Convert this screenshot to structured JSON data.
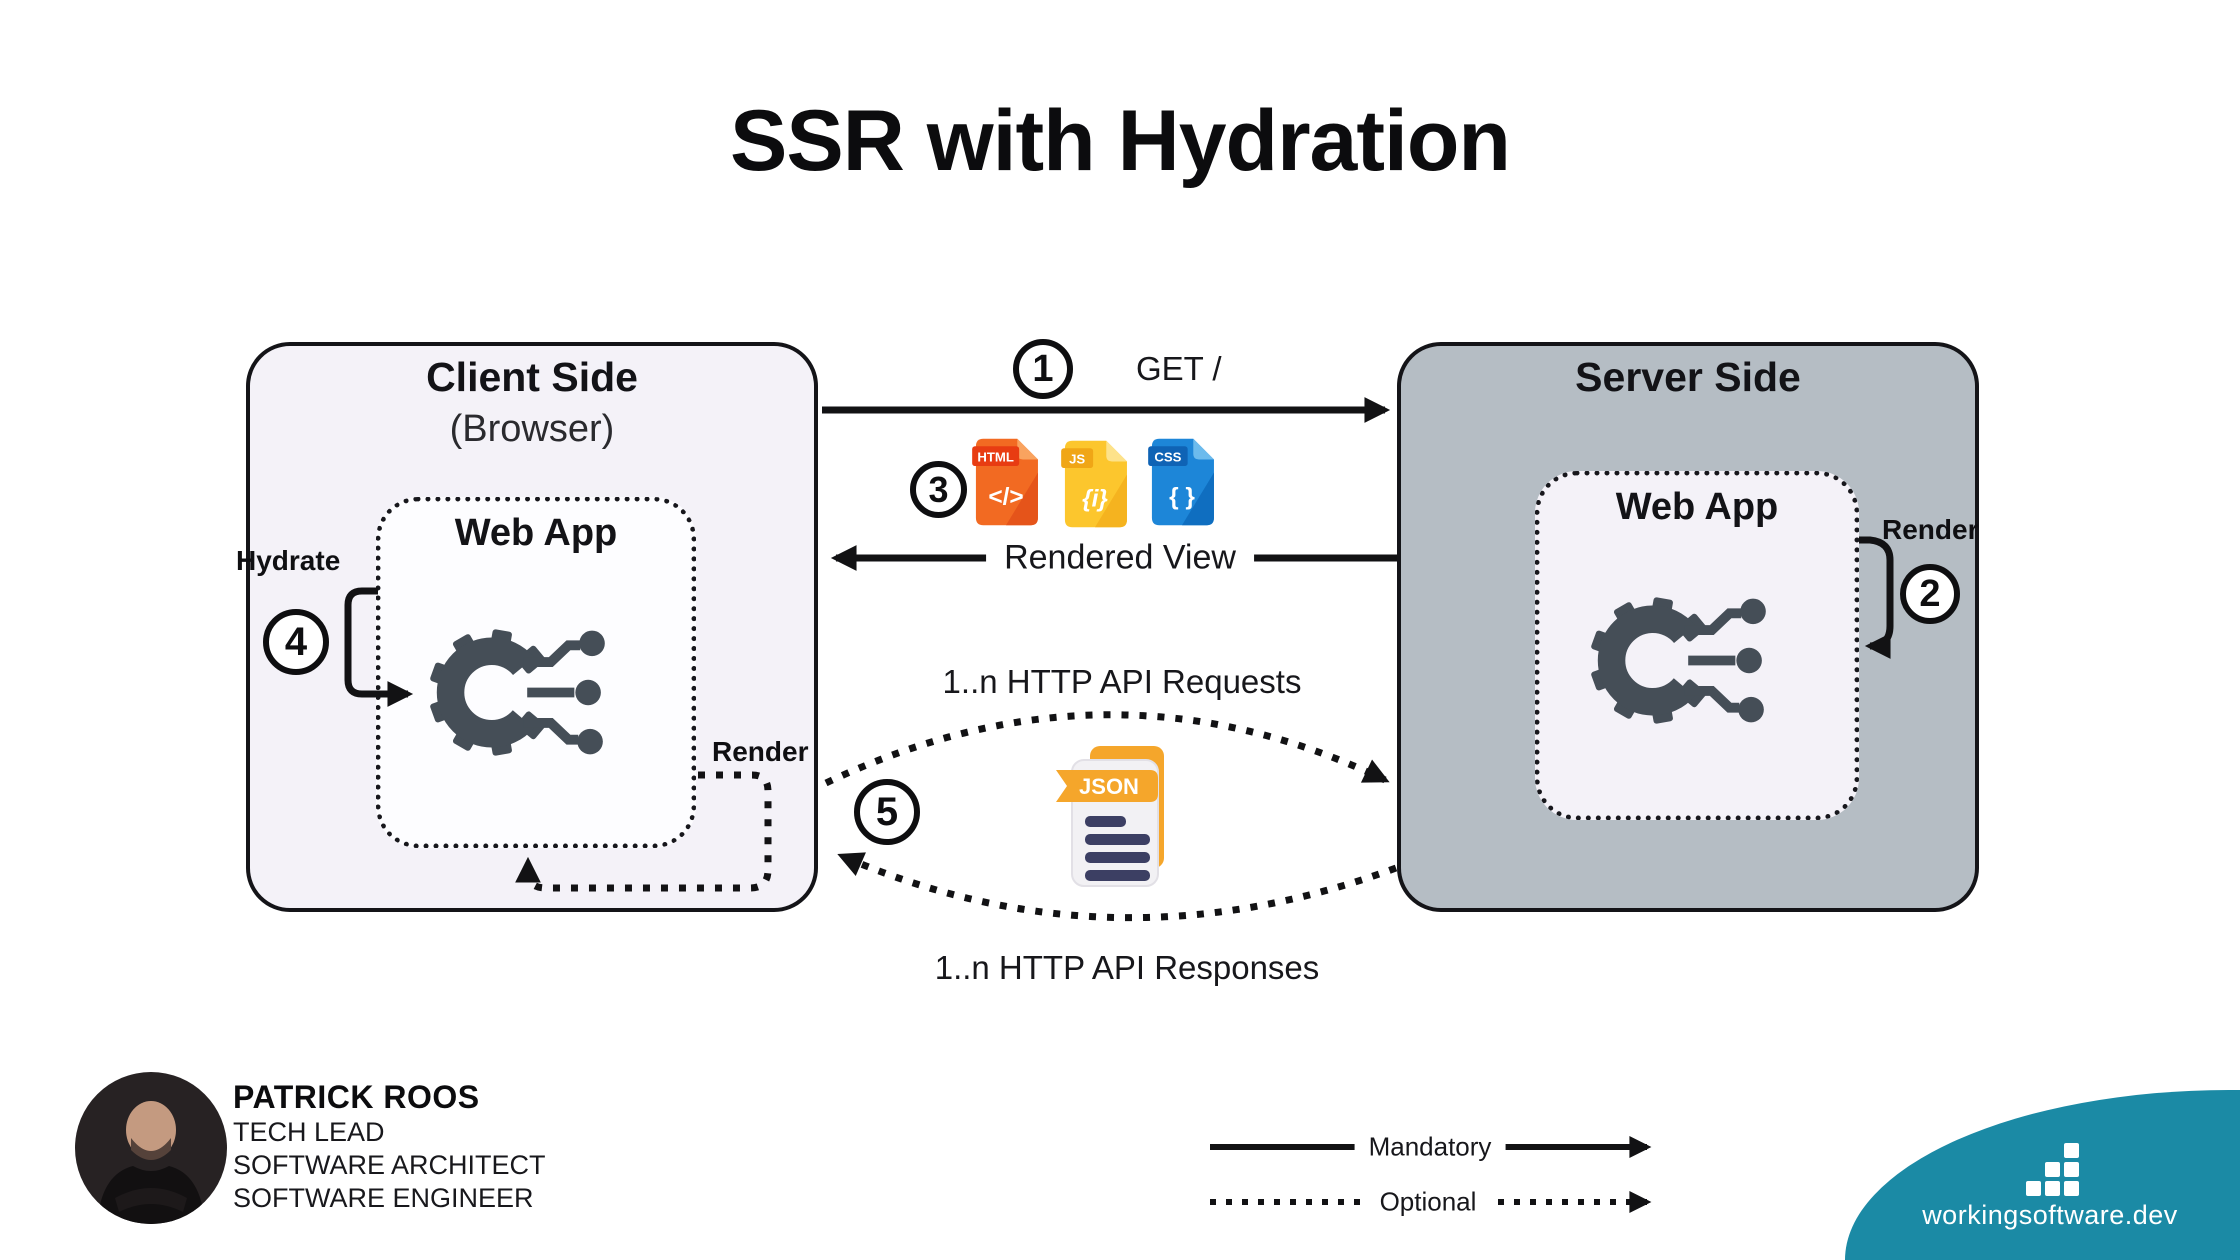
{
  "title": "SSR with Hydration",
  "client": {
    "title": "Client Side",
    "subtitle": "(Browser)",
    "web_app": "Web App",
    "hydrate_label": "Hydrate",
    "render_label": "Render"
  },
  "server": {
    "title": "Server Side",
    "web_app": "Web App",
    "render_label": "Render"
  },
  "steps": {
    "get_request": "1",
    "server_render": "2",
    "assets_response": "3",
    "hydrate": "4",
    "api_roundtrip": "5"
  },
  "flows": {
    "get_request_label": "GET /",
    "rendered_view_label": "Rendered View",
    "api_requests_label": "1..n HTTP API Requests",
    "api_responses_label": "1..n HTTP API Responses"
  },
  "file_icons": [
    {
      "name": "html-file",
      "label": "HTML",
      "glyph": "</>"
    },
    {
      "name": "js-file",
      "label": "JS",
      "glyph": "{i}"
    },
    {
      "name": "css-file",
      "label": "CSS",
      "glyph": "{ }"
    }
  ],
  "json_file": {
    "badge": "JSON"
  },
  "legend": {
    "mandatory": "Mandatory",
    "optional": "Optional"
  },
  "author": {
    "name": "PATRICK ROOS",
    "roles": [
      "TECH LEAD",
      "SOFTWARE ARCHITECT",
      "SOFTWARE ENGINEER"
    ]
  },
  "brand": {
    "domain": "workingsoftware.dev"
  },
  "colors": {
    "accent_teal": "#1b8aa5",
    "client_box_fill": "#f4f2f8",
    "server_box_fill": "#b5bdc4",
    "gear": "#454e57",
    "html_orange": "#f26a22",
    "js_yellow": "#fcc62d",
    "css_blue": "#1d86d8",
    "json_orange": "#f5a62b",
    "json_bars_navy": "#3c3f63",
    "line_black": "#121214"
  }
}
